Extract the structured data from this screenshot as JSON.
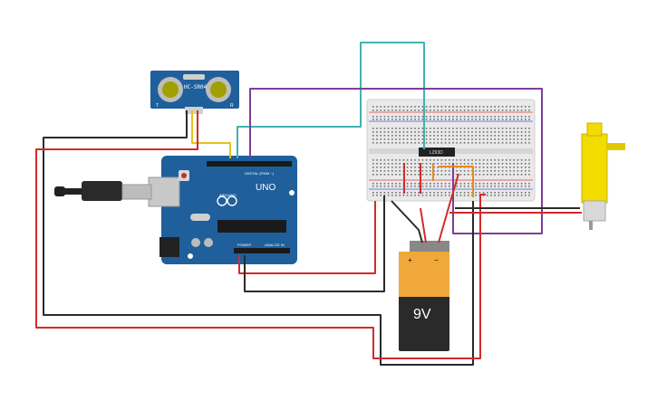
{
  "sensor": {
    "model": "HC-SR04",
    "pin_t": "T",
    "pin_r": "R"
  },
  "arduino": {
    "model": "UNO",
    "brand": "ARDUINO",
    "digital_label": "DIGITAL (PWM ~)",
    "power_label": "POWER",
    "analog_label": "ANALOG IN"
  },
  "driver": {
    "label": "L293D"
  },
  "battery": {
    "label": "9V",
    "plus": "+",
    "minus": "−"
  },
  "colors": {
    "wire_red": "#d42a2a",
    "wire_black": "#2b2b2b",
    "wire_teal": "#3fb3b3",
    "wire_purple": "#7c3e99",
    "wire_yellow": "#e6c21a",
    "wire_orange": "#e88a1e",
    "board_blue": "#1f5f9c",
    "motor_yellow": "#f2dc00",
    "battery_orange": "#f0a83a"
  }
}
